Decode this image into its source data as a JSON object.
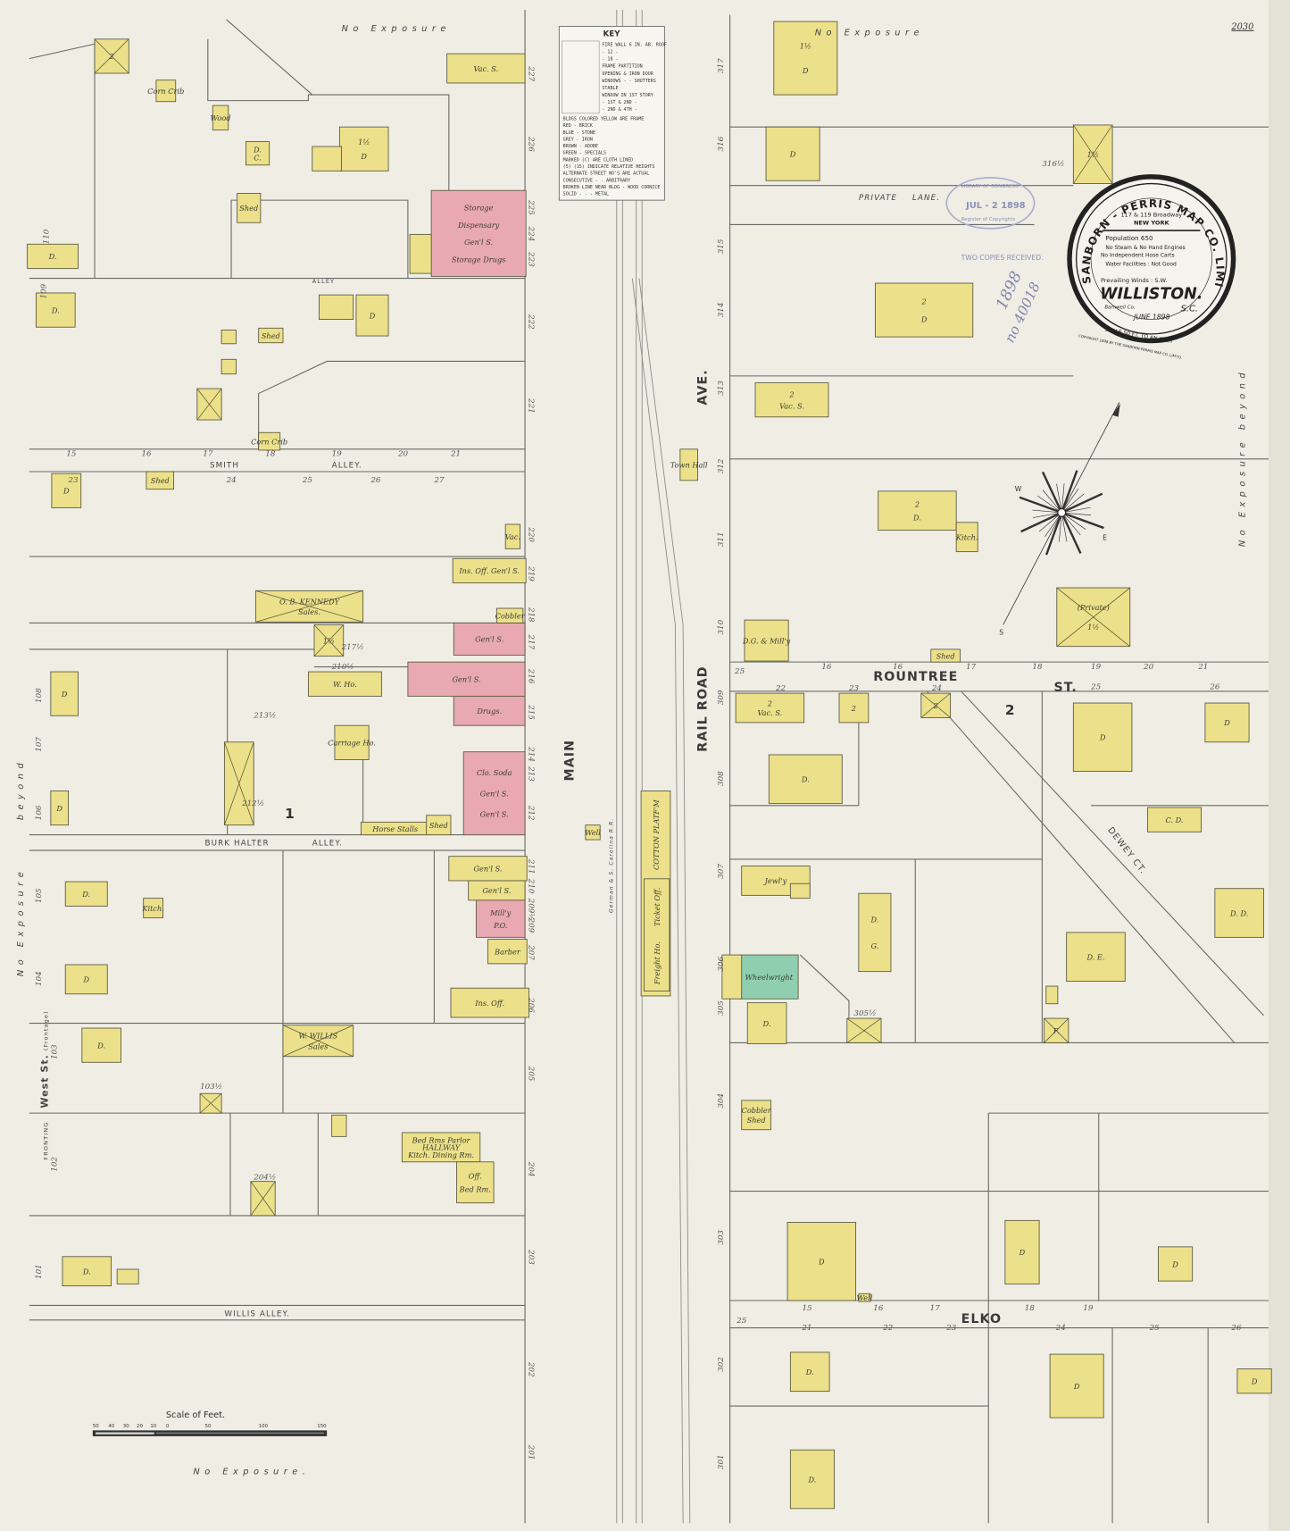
{
  "sheet_number": "2030",
  "colors": {
    "paper": "#efede4",
    "frame": "#ece08a",
    "brick": "#e8a9b3",
    "special": "#8fcfb0",
    "line": "#6a6a66"
  },
  "title_seal": {
    "publisher_ring": "SANBORN - PERRIS MAP CO. LIMITED",
    "address": "117 & 119 Broadway",
    "city": "NEW YORK",
    "population": "Population 650",
    "engines": "No Steam & No Hand Engines",
    "hose": "No Independent Hose Carts",
    "water": "Water Facilities : Not Good",
    "winds": "Prevailing Winds : S.W.",
    "town": "WILLISTON.",
    "county": "Barnwell Co.",
    "state": "S.C.",
    "date": "JUNE 1898",
    "scale": "SCALE 50 FT. TO AN INCH",
    "copyright": "COPYRIGHT 1898 BY THE SANBORN-PERRIS MAP CO. LIM'TD."
  },
  "key": {
    "title": "KEY",
    "lines": [
      "FIRE WALL 6 IN. AB. ROOF",
      "- 12 -",
      "- 18 -",
      "FRAME PARTITION",
      "OPENING & IRON DOOR",
      "WINDOWS - - SHUTTERS",
      "STABLE",
      "WINDOW IN 1ST STORY",
      "- 1ST & 2ND -",
      "- 2ND & 4TH -",
      "BLDGS COLORED YELLOW ARE FRAME",
      "RED - BRICK",
      "BLUE - STONE",
      "GREY - IRON",
      "BROWN - ADOBE",
      "GREEN - SPECIALS",
      "MARKED (C) ARE CLOTH LINED",
      "(5) (15) INDICATE RELATIVE HEIGHTS",
      "ALTERNATE STREET NO'S ARE ACTUAL",
      "CONSECUTIVE - - ARBITRARY",
      "BROKEN LINE NEAR BLDG - WOOD CORNICE",
      "SOLID - - - METAL"
    ]
  },
  "streets": {
    "main": "MAIN",
    "rail_road": "RAIL ROAD",
    "ave": "AVE.",
    "rountree": "ROUNTREE",
    "rountree_st": "ST.",
    "elko": "ELKO",
    "smith": "SMITH",
    "smith_alley": "ALLEY.",
    "burkhalter": "BURK HALTER",
    "burkhalter_alley": "ALLEY.",
    "willis_alley": "WILLIS ALLEY.",
    "alley_top": "ALLEY",
    "private_lane_1": "PRIVATE",
    "private_lane_2": "LANE.",
    "west_st": "West St.",
    "fronting": "FRONTING",
    "fronting_note": "(Frontage)",
    "dewey": "DEWEY CT.",
    "railroad_name": "German & S. Carolina R.R."
  },
  "exposure": {
    "top_left": "No Exposure",
    "top_right": "No Exposure",
    "bottom": "No Exposure.",
    "left": "No Exposure",
    "left_beyond": "beyond",
    "right": "No Exposure beyond"
  },
  "blocks": {
    "block_1": "1",
    "block_2": "2"
  },
  "scale_bar": {
    "title": "Scale of Feet.",
    "ticks": [
      "50",
      "40",
      "30",
      "20",
      "10",
      "0",
      "50",
      "100",
      "150"
    ]
  },
  "stamps": {
    "received": "TWO COPIES RECEIVED.",
    "loc_date": "JUL - 2 1898",
    "loc_ring": "LIBRARY OF CONGRESS",
    "register": "Register of Copyrights",
    "hand_year": "1898",
    "hand_no": "no 40018"
  },
  "compass": {
    "w": "W",
    "e": "E",
    "s": "S"
  },
  "addresses": {
    "main_west": [
      "227",
      "226",
      "225",
      "224",
      "223",
      "222",
      "221",
      "220",
      "219",
      "218",
      "217",
      "216",
      "215",
      "214",
      "213",
      "212",
      "211",
      "210",
      "209½",
      "209",
      "207",
      "206",
      "205",
      "204",
      "203",
      "202",
      "201"
    ],
    "main_east": [
      "317",
      "316",
      "315",
      "314",
      "313",
      "312",
      "311",
      "310",
      "309",
      "308",
      "307",
      "306",
      "305",
      "304",
      "303",
      "302",
      "301"
    ],
    "west_st": [
      "110",
      "109",
      "108",
      "107",
      "106",
      "105",
      "104",
      "103",
      "102",
      "101"
    ],
    "rear": [
      "316½",
      "217½",
      "210½",
      "213½",
      "212½",
      "204½",
      "103½",
      "305½"
    ],
    "lot_numbers_smith": [
      "15",
      "16",
      "17",
      "18",
      "19",
      "20",
      "21",
      "23",
      "24",
      "25",
      "26",
      "27"
    ],
    "lot_numbers_rountree": [
      "25",
      "16",
      "16",
      "17",
      "18",
      "19",
      "20",
      "21",
      "22",
      "23",
      "24",
      "25",
      "26"
    ],
    "lot_numbers_elko": [
      "15",
      "16",
      "17",
      "18",
      "19",
      "25",
      "21",
      "22",
      "23",
      "24",
      "25",
      "26"
    ]
  },
  "buildings": [
    {
      "labels": [
        "2"
      ],
      "material": "frame"
    },
    {
      "labels": [
        "Corn Crib"
      ],
      "material": "frame"
    },
    {
      "labels": [
        "Wood"
      ],
      "material": "frame"
    },
    {
      "labels": [
        "D.",
        "C."
      ],
      "material": "frame"
    },
    {
      "labels": [
        "1½",
        "D"
      ],
      "material": "frame"
    },
    {
      "labels": [
        ""
      ],
      "material": "frame"
    },
    {
      "labels": [
        "Vac. S."
      ],
      "material": "frame"
    },
    {
      "labels": [
        "Shed"
      ],
      "material": "frame"
    },
    {
      "labels": [
        "D."
      ],
      "material": "frame"
    },
    {
      "labels": [
        "Storage",
        "Dispensary",
        "Gen'l S.",
        "Storage   Drugs"
      ],
      "material": "brick"
    },
    {
      "labels": [
        ""
      ],
      "material": "frame"
    },
    {
      "labels": [
        "D."
      ],
      "material": "frame"
    },
    {
      "labels": [
        ""
      ],
      "material": "frame"
    },
    {
      "labels": [
        "D"
      ],
      "material": "frame"
    },
    {
      "labels": [
        "Shed"
      ],
      "material": "frame"
    },
    {
      "labels": [
        ""
      ],
      "material": "frame"
    },
    {
      "labels": [
        ""
      ],
      "material": "frame"
    },
    {
      "labels": [
        ""
      ],
      "material": "frame"
    },
    {
      "labels": [
        "Corn Crib"
      ],
      "material": "frame"
    },
    {
      "labels": [
        "D"
      ],
      "material": "frame"
    },
    {
      "labels": [
        "Shed"
      ],
      "material": "frame"
    },
    {
      "labels": [
        "Vac."
      ],
      "material": "frame"
    },
    {
      "labels": [
        "Ins. Off.  Gen'l S."
      ],
      "material": "frame"
    },
    {
      "labels": [
        "O. B. KENNEDY",
        "Sales."
      ],
      "material": "frame"
    },
    {
      "labels": [
        "1½"
      ],
      "material": "frame"
    },
    {
      "labels": [
        "Gen'l S."
      ],
      "material": "brick"
    },
    {
      "labels": [
        "Cobbler"
      ],
      "material": "frame"
    },
    {
      "labels": [
        "Gen'l S."
      ],
      "material": "brick"
    },
    {
      "labels": [
        "Drugs."
      ],
      "material": "brick"
    },
    {
      "labels": [
        "W. Ho."
      ],
      "material": "frame"
    },
    {
      "labels": [
        "D"
      ],
      "material": "frame"
    },
    {
      "labels": [
        "Carriage Ho."
      ],
      "material": "frame"
    },
    {
      "labels": [
        ""
      ],
      "material": "frame"
    },
    {
      "labels": [
        "D"
      ],
      "material": "frame"
    },
    {
      "labels": [
        "Horse Stalls"
      ],
      "material": "frame"
    },
    {
      "labels": [
        "Shed"
      ],
      "material": "frame"
    },
    {
      "labels": [
        "Clo.   Soda",
        "Gen'l S.",
        "Gen'l S."
      ],
      "material": "brick"
    },
    {
      "labels": [
        "Gen'l S."
      ],
      "material": "frame"
    },
    {
      "labels": [
        "Gen'l S."
      ],
      "material": "frame"
    },
    {
      "labels": [
        "Mill'y",
        "P.O."
      ],
      "material": "brick"
    },
    {
      "labels": [
        "Barber"
      ],
      "material": "frame"
    },
    {
      "labels": [
        "Ins. Off."
      ],
      "material": "frame"
    },
    {
      "labels": [
        "D."
      ],
      "material": "frame"
    },
    {
      "labels": [
        "Kitch."
      ],
      "material": "frame"
    },
    {
      "labels": [
        "D"
      ],
      "material": "frame"
    },
    {
      "labels": [
        "D."
      ],
      "material": "frame"
    },
    {
      "labels": [
        "W. WILLIS",
        "Sales"
      ],
      "material": "frame"
    },
    {
      "labels": [
        ""
      ],
      "material": "frame"
    },
    {
      "labels": [
        ""
      ],
      "material": "frame"
    },
    {
      "labels": [
        "Bed Rms  Parlor",
        "HALLWAY",
        "Kitch. Dining Rm."
      ],
      "material": "frame"
    },
    {
      "labels": [
        "Off.",
        "Bed Rm."
      ],
      "material": "frame"
    },
    {
      "labels": [
        ""
      ],
      "material": "frame"
    },
    {
      "labels": [
        "D."
      ],
      "material": "frame"
    },
    {
      "labels": [
        ""
      ],
      "material": "frame"
    },
    {
      "labels": [
        "1½",
        "D"
      ],
      "material": "frame"
    },
    {
      "labels": [
        "D"
      ],
      "material": "frame"
    },
    {
      "labels": [
        "1½"
      ],
      "material": "frame"
    },
    {
      "labels": [
        "2",
        "D"
      ],
      "material": "frame"
    },
    {
      "labels": [
        "2",
        "Vac. S."
      ],
      "material": "frame"
    },
    {
      "labels": [
        "Town Hall"
      ],
      "material": "frame"
    },
    {
      "labels": [
        "2",
        "D."
      ],
      "material": "frame"
    },
    {
      "labels": [
        "Kitch."
      ],
      "material": "frame"
    },
    {
      "labels": [
        "(Private)",
        "1½"
      ],
      "material": "frame"
    },
    {
      "labels": [
        "D.G. & Mill'y"
      ],
      "material": "frame"
    },
    {
      "labels": [
        "Shed"
      ],
      "material": "frame"
    },
    {
      "labels": [
        "2",
        "Vac. S."
      ],
      "material": "frame"
    },
    {
      "labels": [
        "2"
      ],
      "material": "frame"
    },
    {
      "labels": [
        "2"
      ],
      "material": "frame"
    },
    {
      "labels": [
        "D."
      ],
      "material": "frame"
    },
    {
      "labels": [
        "D"
      ],
      "material": "frame"
    },
    {
      "labels": [
        "D"
      ],
      "material": "frame"
    },
    {
      "labels": [
        "C.  D."
      ],
      "material": "frame"
    },
    {
      "labels": [
        "D.  D."
      ],
      "material": "frame"
    },
    {
      "labels": [
        "D.   E."
      ],
      "material": "frame"
    },
    {
      "labels": [
        "F."
      ],
      "material": "frame"
    },
    {
      "labels": [
        ""
      ],
      "material": "frame"
    },
    {
      "labels": [
        "Jewl'y"
      ],
      "material": "frame"
    },
    {
      "labels": [
        ""
      ],
      "material": "frame"
    },
    {
      "labels": [
        "D.",
        "G."
      ],
      "material": "frame"
    },
    {
      "labels": [
        "Wheelwright"
      ],
      "material": "special"
    },
    {
      "labels": [
        ""
      ],
      "material": "frame"
    },
    {
      "labels": [
        "D."
      ],
      "material": "frame"
    },
    {
      "labels": [
        ""
      ],
      "material": "frame"
    },
    {
      "labels": [
        "COTTON PLATF'M"
      ],
      "material": "frame"
    },
    {
      "labels": [
        "Ticket Off.",
        "Freight Ho."
      ],
      "material": "frame"
    },
    {
      "labels": [
        "Well"
      ],
      "material": "frame"
    },
    {
      "labels": [
        "Cobbler",
        "Shed"
      ],
      "material": "frame"
    },
    {
      "labels": [
        "D"
      ],
      "material": "frame"
    },
    {
      "labels": [
        "D"
      ],
      "material": "frame"
    },
    {
      "labels": [
        "D"
      ],
      "material": "frame"
    },
    {
      "labels": [
        "D"
      ],
      "material": "frame"
    },
    {
      "labels": [
        "D."
      ],
      "material": "frame"
    },
    {
      "labels": [
        "D"
      ],
      "material": "frame"
    },
    {
      "labels": [
        "D."
      ],
      "material": "frame"
    },
    {
      "labels": [
        "Well"
      ],
      "material": "frame"
    }
  ]
}
